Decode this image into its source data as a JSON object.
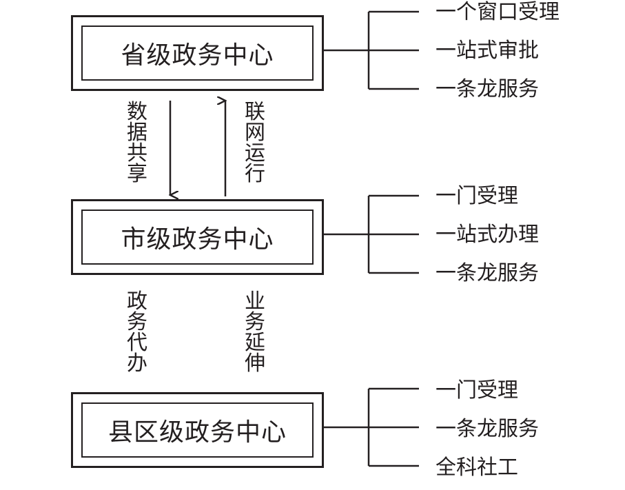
{
  "levels": {
    "province": {
      "title": "省级政务中心",
      "items": [
        "一个窗口受理",
        "一站式审批",
        "一条龙服务"
      ]
    },
    "city": {
      "title": "市级政务中心",
      "items": [
        "一门受理",
        "一站式办理",
        "一条龙服务"
      ]
    },
    "county": {
      "title": "县区级政务中心",
      "items": [
        "一门受理",
        "一条龙服务",
        "全科社工"
      ]
    }
  },
  "links": {
    "data_sharing": "数据共享",
    "networked_operation": "联网运行",
    "government_agency": "政务代办",
    "business_extension": "业务延伸"
  }
}
